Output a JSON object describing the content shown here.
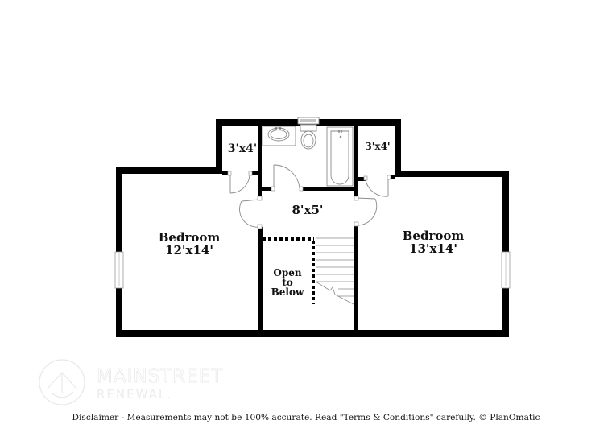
{
  "floor_plan": {
    "rooms": [
      {
        "id": "bedroom-left",
        "name": "Bedroom",
        "dimensions": "12'x14'"
      },
      {
        "id": "bedroom-right",
        "name": "Bedroom",
        "dimensions": "13'x14'"
      },
      {
        "id": "closet-left",
        "name": "",
        "dimensions": "3'x4'"
      },
      {
        "id": "closet-right",
        "name": "",
        "dimensions": "3'x4'"
      },
      {
        "id": "hallway",
        "name": "",
        "dimensions": "8'x5'"
      },
      {
        "id": "bathroom",
        "name": "",
        "dimensions": ""
      },
      {
        "id": "open-to-below",
        "name": "Open to Below",
        "lines": [
          "Open",
          "to",
          "Below"
        ]
      }
    ],
    "fixtures": [
      "sink",
      "toilet",
      "bathtub",
      "stairs",
      "window-left",
      "window-right"
    ]
  },
  "branding": {
    "logo_main": "MAINSTREET",
    "logo_sub": "RENEWAL."
  },
  "footer": {
    "disclaimer": "Disclaimer - Measurements may not be 100% accurate. Read \"Terms & Conditions\" carefully. © PlanOmatic"
  },
  "colors": {
    "wall": "#000000",
    "fixture_line": "#8a8a8a",
    "background": "#ffffff",
    "logo": "#e6e6e6"
  }
}
